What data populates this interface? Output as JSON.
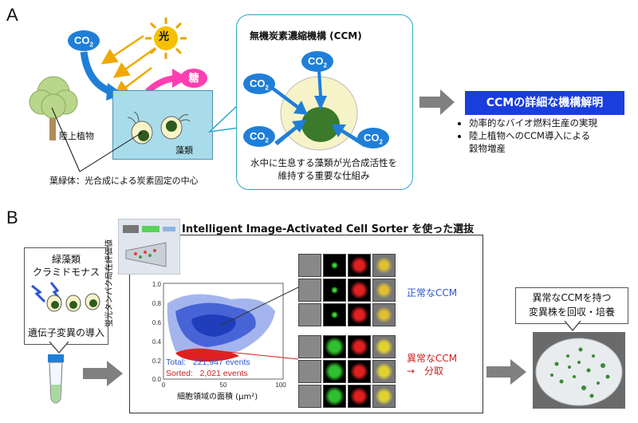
{
  "panel_a": {
    "letter": "A",
    "sun_label": "光",
    "sugar_label": "糖",
    "co2_main": "CO",
    "co2_sub": "2",
    "land_plant_label": "陸上植物",
    "algae_label": "藻類",
    "chloroplast_caption": "葉緑体：光合成による炭素固定の中心",
    "ccm_title": "無機炭素濃縮機構 (CCM)",
    "ccm_caption_line1": "水中に生息する藻類が光合成活性を",
    "ccm_caption_line2": "維持する重要な仕組み",
    "ccm_goal_box": "CCMの詳細な機構解明",
    "bullets": [
      "効率的なバイオ燃料生産の実現",
      "陸上植物へのCCM導入による",
      "穀物増産"
    ],
    "colors": {
      "co2": "#1f7fd8",
      "water": "#a9dcea",
      "goal_box": "#1a3dde",
      "cell_fill": "#f7f3c8",
      "chloroplast": "#3a7a2a"
    }
  },
  "panel_b": {
    "letter": "B",
    "title": "Intelligent Image-Activated Cell Sorter を使った選抜",
    "left_box_line1": "緑藻類",
    "left_box_line2": "クラミドモナス",
    "left_box_line3": "遺伝子変異の導入",
    "scatter": {
      "ylabel": "蛍光タンパク局在評価値",
      "xlabel": "細胞領域の面積 (µm²)",
      "x_ticks": [
        "0",
        "50",
        "100"
      ],
      "y_ticks": [
        "1.0",
        "0.8",
        "0.6",
        "0.4",
        "0.2",
        "0.0"
      ],
      "legend_total": "Total:   221,947 events",
      "legend_sorted": "Sorted:   2,021 events"
    },
    "normal_label": "正常なCCM",
    "abnormal_label_line1": "異常なCCM",
    "abnormal_label_line2": "→　分取",
    "right_box_line1": "異常なCCMを持つ",
    "right_box_line2": "変異株を回収・培養",
    "colors": {
      "total": "#2a55d0",
      "sorted": "#d02020",
      "arrow": "#808080"
    }
  }
}
